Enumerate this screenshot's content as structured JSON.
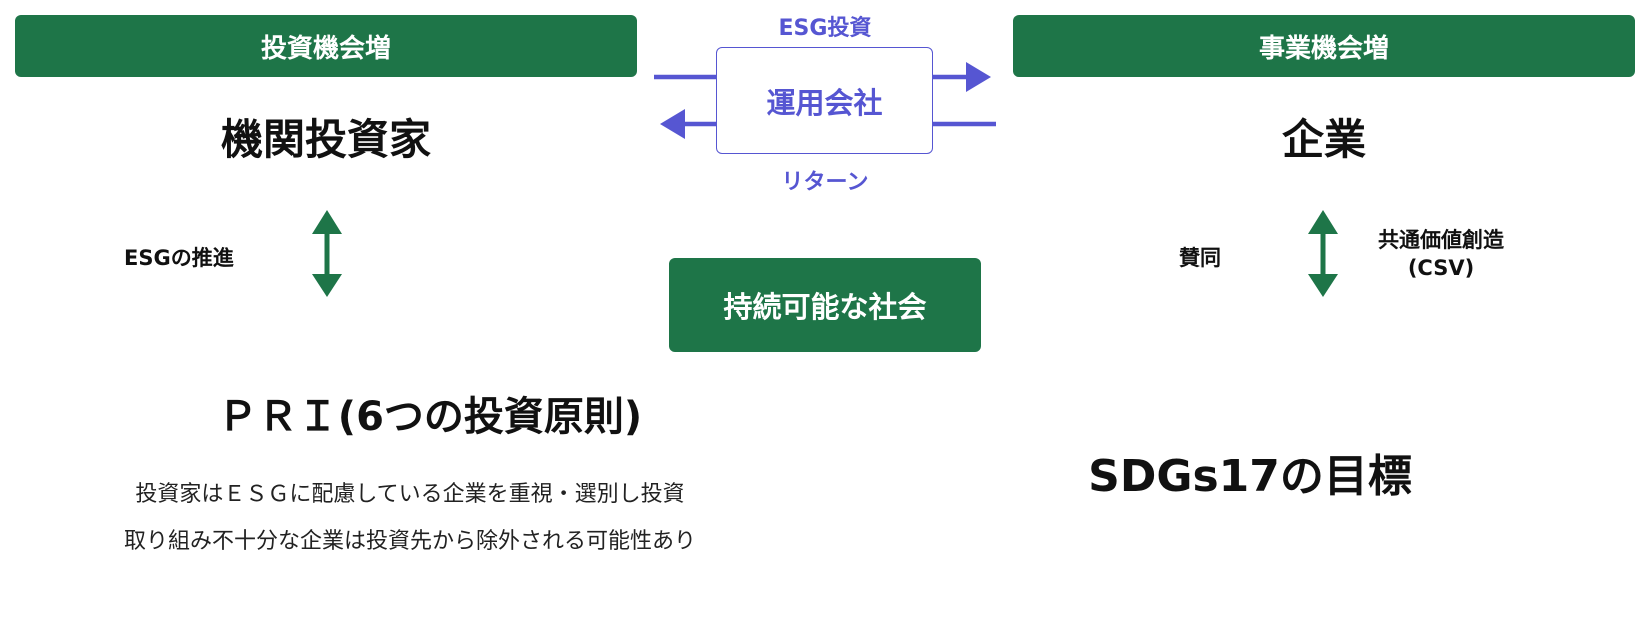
{
  "left": {
    "banner": "投資機会増",
    "title": "機関投資家",
    "relation_label": "ESGの推進"
  },
  "center": {
    "top_label": "ESG投資",
    "box_label": "運用会社",
    "bottom_label": "リターン",
    "society": "持続可能な社会"
  },
  "right": {
    "banner": "事業機会増",
    "title": "企業",
    "relation_left_label": "賛同",
    "relation_right_label_line1": "共通価値創造",
    "relation_right_label_line2": "(CSV)"
  },
  "pri": {
    "title": "ＰＲＩ(6つの投資原則)",
    "line1": "投資家はＥＳＧに配慮している企業を重視・選別し投資",
    "line2": "取り組み不十分な企業は投資先から除外される可能性あり"
  },
  "sdgs": {
    "title": "SDGs17の目標"
  },
  "colors": {
    "green": "#1e7548",
    "purple": "#5656d2"
  }
}
